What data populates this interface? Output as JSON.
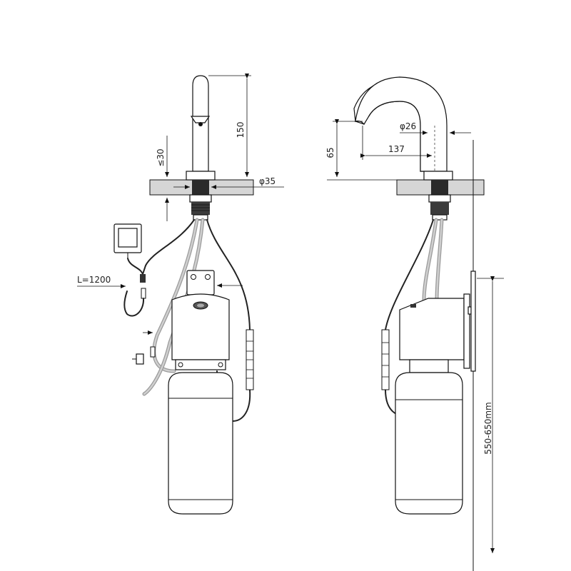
{
  "diagram": {
    "front_view": {
      "dims": {
        "spout_height": "150",
        "deck_thickness": "≤30",
        "shank_diameter": "φ35",
        "cable_length": "L=1200"
      }
    },
    "side_view": {
      "dims": {
        "spout_outlet_height": "65",
        "spout_diameter": "φ26",
        "spout_reach": "137",
        "mount_height": "550-650mm"
      }
    }
  }
}
